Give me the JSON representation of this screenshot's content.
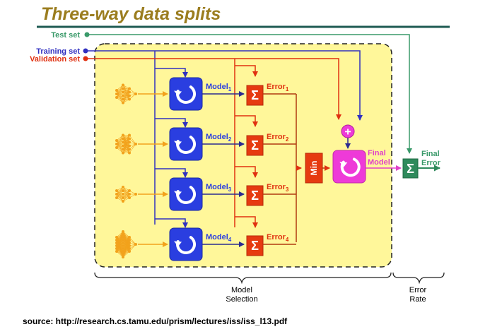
{
  "title": "Three-way data splits",
  "inputs": {
    "test_set": "Test set",
    "training_set": "Training set",
    "validation_set": "Validation set"
  },
  "models": [
    {
      "name": "Model",
      "sub": "1"
    },
    {
      "name": "Model",
      "sub": "2"
    },
    {
      "name": "Model",
      "sub": "3"
    },
    {
      "name": "Model",
      "sub": "4"
    }
  ],
  "errors": [
    {
      "name": "Error",
      "sub": "1"
    },
    {
      "name": "Error",
      "sub": "2"
    },
    {
      "name": "Error",
      "sub": "3"
    },
    {
      "name": "Error",
      "sub": "4"
    }
  ],
  "sum_symbol": "Σ",
  "plus_symbol": "+",
  "min_label": "Min",
  "final_model": {
    "line1": "Final",
    "line2": "Model"
  },
  "final_error": {
    "line1": "Final",
    "line2": "Error"
  },
  "brackets": {
    "model_selection": {
      "line1": "Model",
      "line2": "Selection"
    },
    "error_rate": {
      "line1": "Error",
      "line2": "Rate"
    }
  },
  "source": "source: http://research.cs.tamu.edu/prism/lectures/iss/iss_l13.pdf",
  "colors": {
    "title": "#9b7d1f",
    "title_rule": "#1e5a52",
    "test_set": "#3a9a6a",
    "training_set": "#3030c0",
    "validation_set": "#e03010",
    "panel_fill": "#fff79a",
    "model_box": "#2a3ee0",
    "sum_box": "#e63a10",
    "min_box": "#e63a10",
    "final_model_box": "#ee3ad8",
    "final_sum_box": "#2f8a5c",
    "network_nodes": "#f2a21c"
  }
}
